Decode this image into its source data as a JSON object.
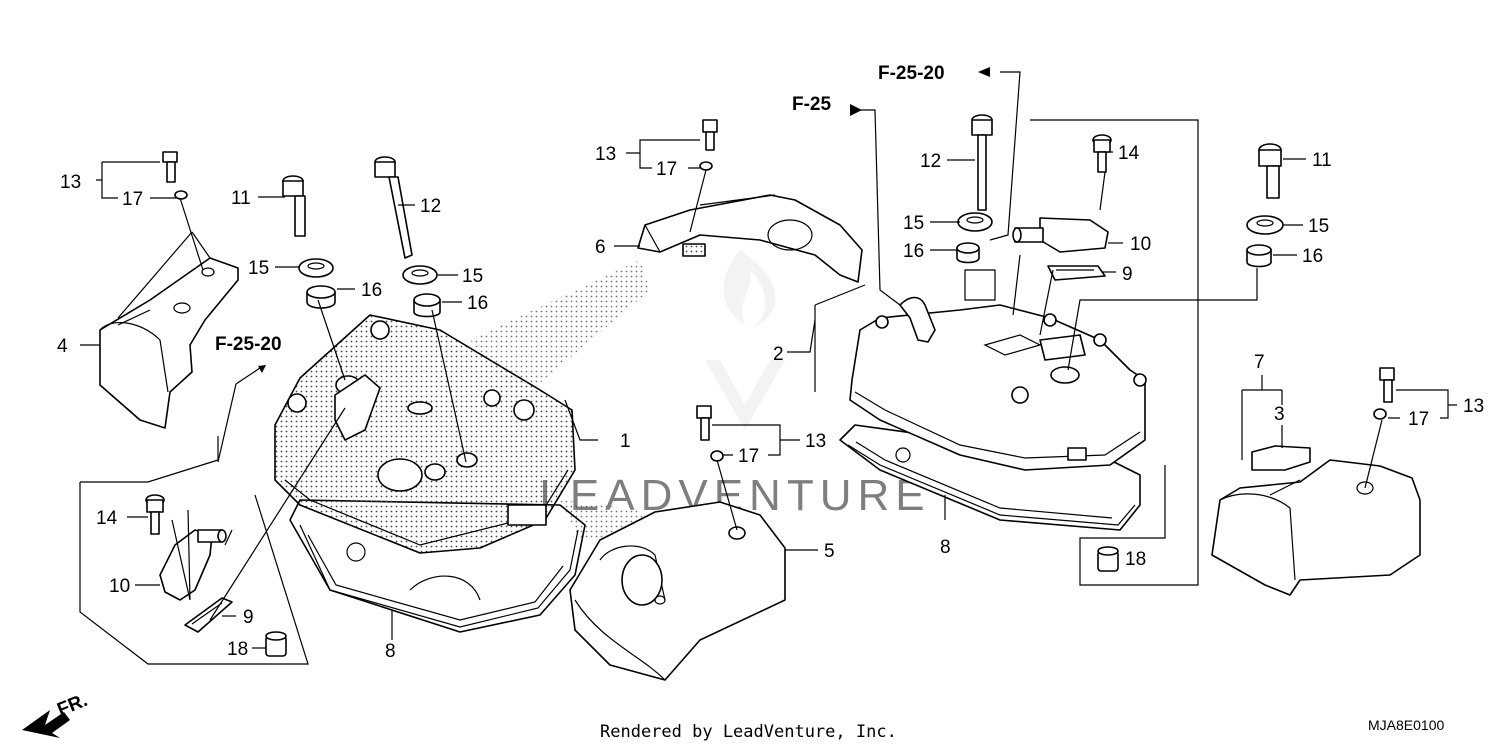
{
  "callouts": {
    "c1": "1",
    "c2": "2",
    "c3": "3",
    "c4": "4",
    "c5": "5",
    "c6": "6",
    "c7": "7",
    "c8a": "8",
    "c8b": "8",
    "c9a": "9",
    "c9b": "9",
    "c10a": "10",
    "c10b": "10",
    "c11a": "11",
    "c11b": "11",
    "c12a": "12",
    "c12b": "12",
    "c13a": "13",
    "c13b": "13",
    "c13c": "13",
    "c13d": "13",
    "c14a": "14",
    "c14b": "14",
    "c15a": "15",
    "c15b": "15",
    "c15c": "15",
    "c16a": "16",
    "c16b": "16",
    "c16c": "16",
    "c17a": "17",
    "c17b": "17",
    "c17c": "17",
    "c17d": "17",
    "c18a": "18",
    "c18b": "18"
  },
  "refs": {
    "r1": "F-25-20",
    "r2": "F-25",
    "r3": "F-25-20"
  },
  "front_label": "FR.",
  "footer": "Rendered by LeadVenture, Inc.",
  "diagram_code": "MJA8E0100",
  "colors": {
    "line": "#000000",
    "background": "#ffffff",
    "watermark": "#e6e6e6"
  }
}
